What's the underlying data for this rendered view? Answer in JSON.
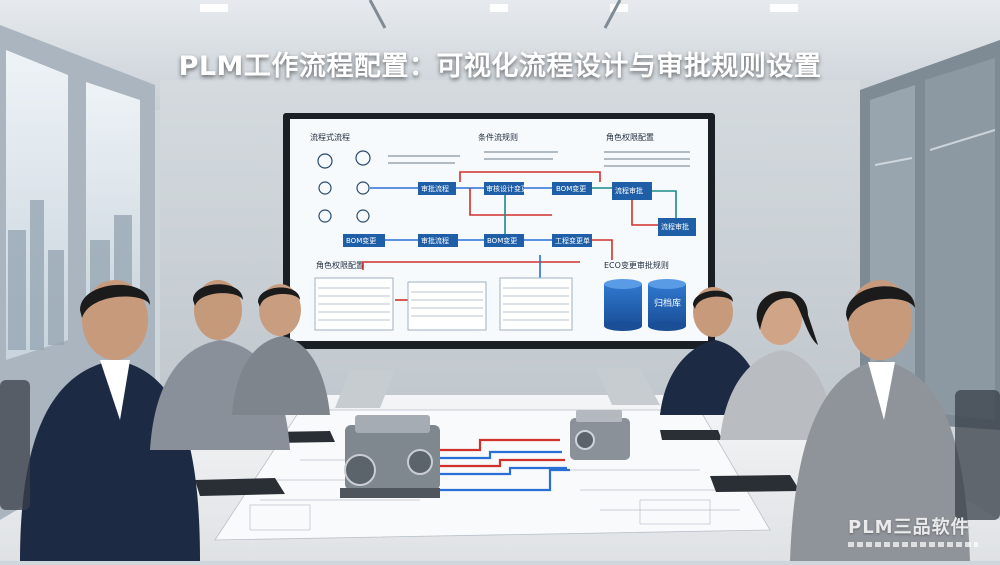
{
  "headline": "PLM工作流程配置：可视化流程设计与审批规则设置",
  "watermark": "PLM三品软件",
  "screen": {
    "section_1": "流程式流程",
    "section_2": "条件流规则",
    "section_3": "角色权限配置",
    "section_4": "角色权限配置",
    "section_5": "ECO变更审批规则",
    "boxes": [
      "审批流程",
      "审核设计变更",
      "BOM变更",
      "BOM变更",
      "审批流程",
      "BOM变更",
      "工程变更单",
      "流程审批",
      "流程审批"
    ],
    "db_label": "归档库"
  },
  "colors": {
    "flow_box": "#1f5fa8",
    "arrow_red": "#d0312d",
    "arrow_blue": "#2a6fd6",
    "arrow_teal": "#1a8a8a",
    "suit_dark": "#1d2a44",
    "suit_gray": "#8a9099"
  }
}
